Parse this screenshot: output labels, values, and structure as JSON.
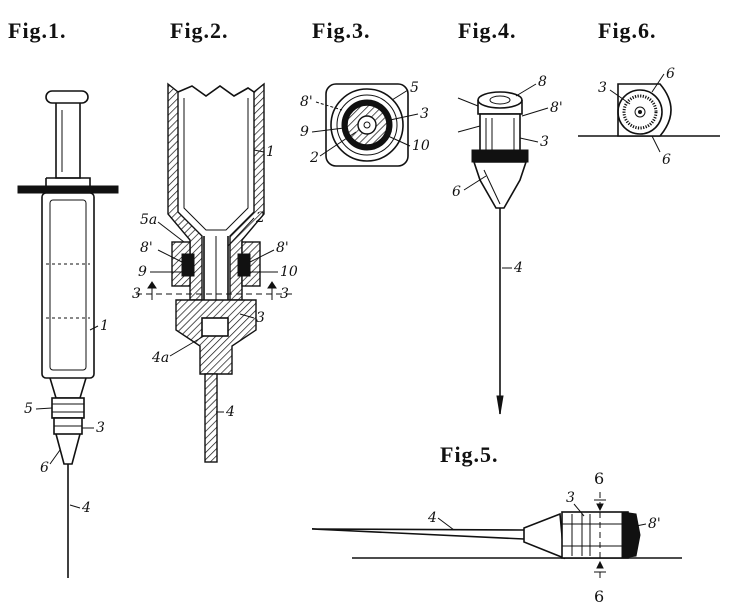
{
  "figures": {
    "fig1": {
      "title": "Fig.1.",
      "labels": {
        "barrel": "1",
        "hub": "3",
        "needle": "4",
        "collar": "5",
        "flange": "6"
      }
    },
    "fig2": {
      "title": "Fig.2.",
      "labels": {
        "barrel": "1",
        "tip": "2",
        "hub": "3",
        "cannula_base": "4a",
        "cannula": "4",
        "collar": "5a",
        "seal_left": "8'",
        "seal_right": "8'",
        "ring_left": "9",
        "ring_right": "10",
        "section_left": "3",
        "section_right": "3"
      }
    },
    "fig3": {
      "title": "Fig.3.",
      "labels": {
        "seal": "8'",
        "collar": "5",
        "hub": "3",
        "ring": "9",
        "tip": "2",
        "ring_right": "10"
      }
    },
    "fig4": {
      "title": "Fig.4.",
      "labels": {
        "top": "8",
        "seal": "8'",
        "hub": "3",
        "flange": "6",
        "needle": "4"
      }
    },
    "fig5": {
      "title": "Fig.5.",
      "labels": {
        "needle": "4",
        "hub": "3",
        "seal": "8'",
        "section_top": "6",
        "section_bottom": "6"
      }
    },
    "fig6": {
      "title": "Fig.6.",
      "labels": {
        "hub": "3",
        "top": "6",
        "bottom": "6"
      }
    }
  }
}
